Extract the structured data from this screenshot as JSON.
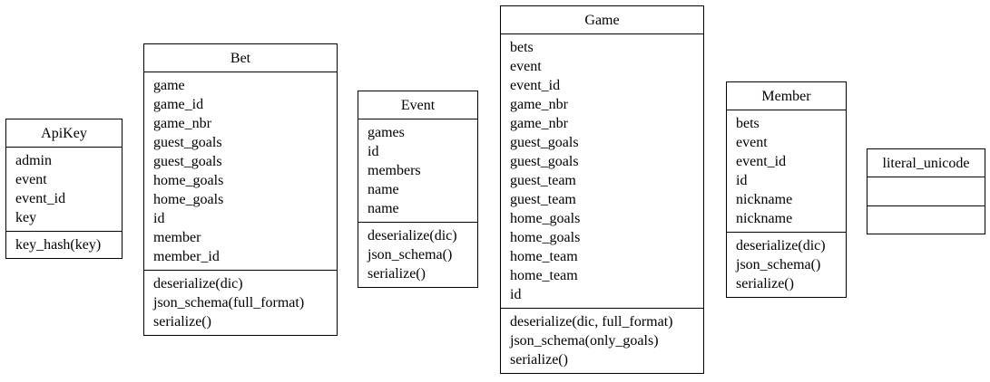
{
  "classes": [
    {
      "name": "ApiKey",
      "attributes": [
        "admin",
        "event",
        "event_id",
        "key"
      ],
      "methods": [
        "key_hash(key)"
      ]
    },
    {
      "name": "Bet",
      "attributes": [
        "game",
        "game_id",
        "game_nbr",
        "guest_goals",
        "guest_goals",
        "home_goals",
        "home_goals",
        "id",
        "member",
        "member_id"
      ],
      "methods": [
        "deserialize(dic)",
        "json_schema(full_format)",
        "serialize()"
      ]
    },
    {
      "name": "Event",
      "attributes": [
        "games",
        "id",
        "members",
        "name",
        "name"
      ],
      "methods": [
        "deserialize(dic)",
        "json_schema()",
        "serialize()"
      ]
    },
    {
      "name": "Game",
      "attributes": [
        "bets",
        "event",
        "event_id",
        "game_nbr",
        "game_nbr",
        "guest_goals",
        "guest_goals",
        "guest_team",
        "guest_team",
        "home_goals",
        "home_goals",
        "home_team",
        "home_team",
        "id"
      ],
      "methods": [
        "deserialize(dic, full_format)",
        "json_schema(only_goals)",
        "serialize()"
      ]
    },
    {
      "name": "Member",
      "attributes": [
        "bets",
        "event",
        "event_id",
        "id",
        "nickname",
        "nickname"
      ],
      "methods": [
        "deserialize(dic)",
        "json_schema()",
        "serialize()"
      ]
    },
    {
      "name": "literal_unicode",
      "attributes": [],
      "methods": []
    }
  ]
}
